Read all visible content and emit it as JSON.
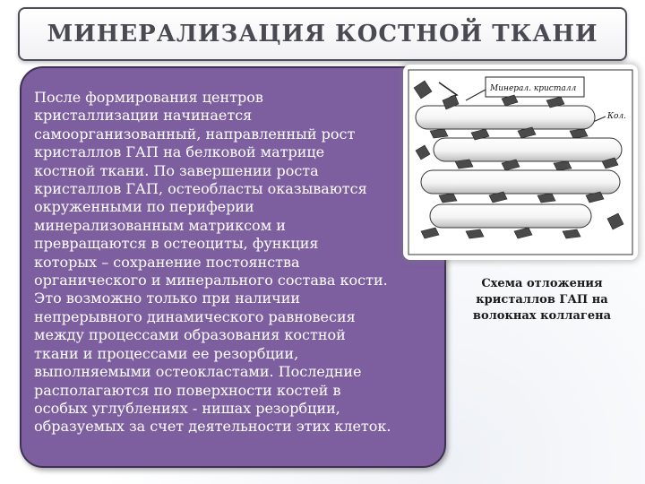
{
  "title": "МИНЕРАЛИЗАЦИЯ КОСТНОЙ ТКАНИ",
  "body_lines": [
    "После формирования центров",
    "кристаллизации начинается",
    "самоорганизованный, направленный рост",
    "кристаллов ГАП на белковой матрице",
    "костной ткани. По завершении роста",
    "кристаллов ГАП, остеобласты оказываются",
    "окруженными по периферии",
    "минерализованным матриксом и",
    "превращаются в остеоциты, функция",
    "которых – сохранение постоянства",
    "органического и минерального состава кости.",
    "Это возможно только при наличии",
    "непрерывного динамического равновесия",
    "между процессами образования костной",
    "ткани и процессами ее резорбции,",
    "выполняемыми остеокластами. Последние",
    "располагаются по поверхности костей в",
    "особых углублениях - нишах резорбции,",
    "образуемых за счет деятельности этих клеток."
  ],
  "figure": {
    "label_top": "Минерал. кристалл",
    "label_right": "Кол."
  },
  "caption_lines": [
    "Схема отложения",
    "кристаллов ГАП на",
    "волокнах коллагена"
  ],
  "colors": {
    "panel": "#7d5fa0",
    "panel_border": "#3e3153",
    "title_text": "#4a4a52"
  }
}
